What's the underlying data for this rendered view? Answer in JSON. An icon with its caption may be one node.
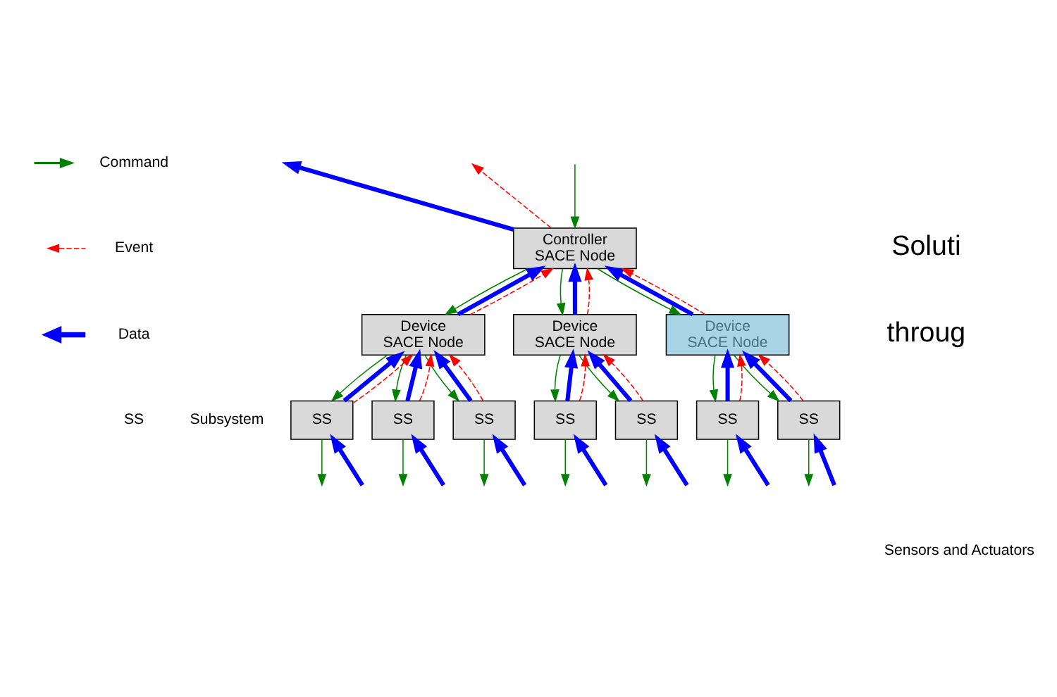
{
  "diagram": {
    "nodes": [
      {
        "text": [
          "Controller",
          "SACE Node"
        ]
      },
      {
        "text": [
          "Device",
          "SACE Node"
        ]
      },
      {
        "text": [
          "Device",
          "SACE Node"
        ]
      },
      {
        "text": [
          "Device",
          "SACE Node"
        ]
      },
      {
        "text": [
          "SS"
        ]
      },
      {
        "text": [
          "SS"
        ]
      },
      {
        "text": [
          "SS"
        ]
      },
      {
        "text": [
          "SS"
        ]
      },
      {
        "text": [
          "SS"
        ]
      },
      {
        "text": [
          "SS"
        ]
      },
      {
        "text": [
          "SS"
        ]
      }
    ],
    "edges": [
      {
        "from": 0,
        "to": null,
        "arrow": "to",
        "style": "thick",
        "color": "#0000ff"
      },
      {
        "from": 0,
        "to": null,
        "arrow": "to",
        "style": "dashed",
        "color": "#ff0000"
      },
      {
        "from": null,
        "to": 0,
        "arrow": "to",
        "color": "#008000"
      },
      {
        "from": 1,
        "to": 0,
        "arrow": "to",
        "style": "thick",
        "color": "#0000ff"
      },
      {
        "from": 1,
        "to": 0,
        "arrow": "to",
        "style": "dashed",
        "color": "#ff0000"
      },
      {
        "from": 0,
        "to": 1,
        "arrow": "to",
        "color": "#008000"
      },
      {
        "from": 2,
        "to": 0,
        "arrow": "to",
        "style": "thick",
        "color": "#0000ff"
      },
      {
        "from": 2,
        "to": 0,
        "arrow": "to",
        "style": "dashed",
        "color": "#ff0000"
      },
      {
        "from": 0,
        "to": 2,
        "arrow": "to",
        "color": "#008000"
      },
      {
        "from": 3,
        "to": 0,
        "arrow": "to",
        "style": "thick",
        "color": "#0000ff"
      },
      {
        "from": 3,
        "to": 0,
        "arrow": "to",
        "style": "dashed",
        "color": "#ff0000"
      },
      {
        "from": 0,
        "to": 3,
        "arrow": "to",
        "color": "#008000"
      },
      {
        "from": 4,
        "to": 1,
        "arrow": "to",
        "style": "thick",
        "color": "#0000ff"
      },
      {
        "from": 4,
        "to": 1,
        "arrow": "to",
        "style": "dashed",
        "color": "#ff0000"
      },
      {
        "from": 1,
        "to": 4,
        "arrow": "to",
        "color": "#008000"
      },
      {
        "from": 5,
        "to": 1,
        "arrow": "to",
        "style": "thick",
        "color": "#0000ff"
      },
      {
        "from": 5,
        "to": 1,
        "arrow": "to",
        "style": "dashed",
        "color": "#ff0000"
      },
      {
        "from": 1,
        "to": 5,
        "arrow": "to",
        "color": "#008000"
      },
      {
        "from": 6,
        "to": 1,
        "arrow": "to",
        "style": "thick",
        "color": "#0000ff"
      },
      {
        "from": 6,
        "to": 1,
        "arrow": "to",
        "style": "dashed",
        "color": "#ff0000"
      },
      {
        "from": 1,
        "to": 6,
        "arrow": "to",
        "color": "#008000"
      },
      {
        "from": 7,
        "to": 2,
        "arrow": "to",
        "style": "thick",
        "color": "#0000ff"
      },
      {
        "from": 7,
        "to": 2,
        "arrow": "to",
        "style": "dashed",
        "color": "#ff0000"
      },
      {
        "from": 2,
        "to": 7,
        "arrow": "to",
        "color": "#008000"
      },
      {
        "from": 8,
        "to": 2,
        "arrow": "to",
        "style": "thick",
        "color": "#0000ff"
      },
      {
        "from": 8,
        "to": 2,
        "arrow": "to",
        "style": "dashed",
        "color": "#ff0000"
      },
      {
        "from": 2,
        "to": 8,
        "arrow": "to",
        "color": "#008000"
      },
      {
        "from": 9,
        "to": 3,
        "arrow": "to",
        "style": "thick",
        "color": "#0000ff"
      },
      {
        "from": 9,
        "to": 3,
        "arrow": "to",
        "style": "dashed",
        "color": "#ff0000"
      },
      {
        "from": 3,
        "to": 9,
        "arrow": "to",
        "color": "#008000"
      },
      {
        "from": 10,
        "to": 3,
        "arrow": "to",
        "style": "thick",
        "color": "#0000ff"
      },
      {
        "from": 10,
        "to": 3,
        "arrow": "to",
        "style": "dashed",
        "color": "#ff0000"
      },
      {
        "from": 3,
        "to": 10,
        "arrow": "to",
        "color": "#008000"
      },
      {
        "from": null,
        "to": 4,
        "arrow": "to",
        "style": "thick",
        "color": "#0000ff"
      },
      {
        "from": 4,
        "to": null,
        "arrow": "to",
        "color": "#008000"
      },
      {
        "from": null,
        "to": 5,
        "arrow": "to",
        "style": "thick",
        "color": "#0000ff"
      },
      {
        "from": 5,
        "to": null,
        "arrow": "to",
        "color": "#008000"
      },
      {
        "from": null,
        "to": 6,
        "arrow": "to",
        "style": "thick",
        "color": "#0000ff"
      },
      {
        "from": 6,
        "to": null,
        "arrow": "to",
        "color": "#008000"
      },
      {
        "from": null,
        "to": 7,
        "arrow": "to",
        "style": "thick",
        "color": "#0000ff"
      },
      {
        "from": 7,
        "to": null,
        "arrow": "to",
        "color": "#008000"
      },
      {
        "from": null,
        "to": 8,
        "arrow": "to",
        "style": "thick",
        "color": "#0000ff"
      },
      {
        "from": 8,
        "to": null,
        "arrow": "to",
        "color": "#008000"
      },
      {
        "from": null,
        "to": 9,
        "arrow": "to",
        "style": "thick",
        "color": "#0000ff"
      },
      {
        "from": 9,
        "to": null,
        "arrow": "to",
        "color": "#008000"
      },
      {
        "from": null,
        "to": 10,
        "arrow": "to",
        "style": "thick",
        "color": "#0000ff"
      },
      {
        "from": 10,
        "to": null,
        "arrow": "to",
        "color": "#008000"
      }
    ],
    "labels": [
      "SS",
      "Subsystem",
      "Soluti",
      "throug",
      "Sensors and Actuators"
    ],
    "legend": [
      {
        "text": "Command"
      },
      {
        "text": "Event"
      },
      {
        "text": "Data"
      }
    ]
  }
}
